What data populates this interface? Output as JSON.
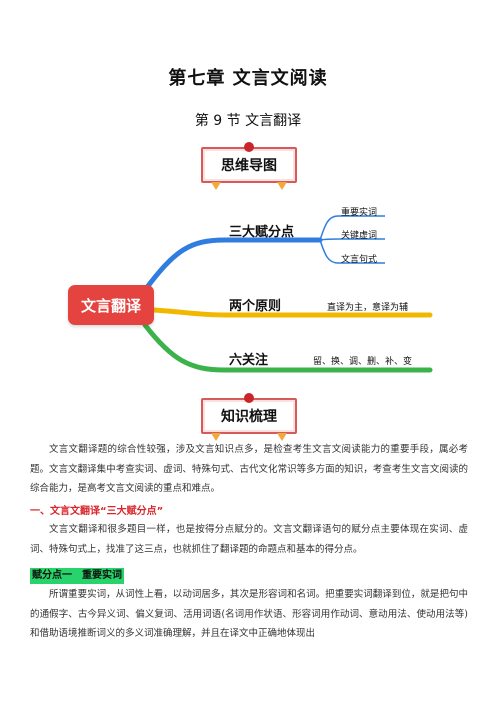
{
  "chapter_title": "第七章 文言文阅读",
  "section_title": "第 9 节 文言翻译",
  "mindmap_banner": "思维导图",
  "mindmap": {
    "center": "文言翻译",
    "branches": [
      {
        "label": "三大赋分点",
        "color": "#2f7de0",
        "leaves": [
          "重要实词",
          "关键虚词",
          "文言句式"
        ]
      },
      {
        "label": "两个原则",
        "color": "#f2b800",
        "leaves": [
          "直译为主，意译为辅"
        ]
      },
      {
        "label": "六关注",
        "color": "#3cb34a",
        "leaves": [
          "留、换、调、删、补、变"
        ]
      }
    ]
  },
  "knowledge_banner": "知识梳理",
  "intro": "文言文翻译题的综合性较强，涉及文言知识点多，是检查考生文言文阅读能力的重要手段，属必考题。文言文翻译集中考查实词、虚词、特殊句式、古代文化常识等多方面的知识，考查考生文言文阅读的综合能力，是高考文言文阅读的重点和难点。",
  "section1_heading": "一、文言文翻译“三大赋分点”",
  "section1_para": "文言文翻译和很多题目一样，也是按得分点赋分的。文言文翻译语句的赋分点主要体现在实词、虚词、特殊句式上，找准了这三点，也就抓住了翻译题的命题点和基本的得分点。",
  "point1_label": "赋分点一　重要实词",
  "point1_para": "所谓重要实词，从词性上看，以动词居多，其次是形容词和名词。把重要实词翻译到位，就是把句中的通假字、古今异义词、偏义复词、活用词语(名词用作状语、形容词用作动词、意动用法、使动用法等)和借助语境推断词义的多义词准确理解，并且在译文中正确地体现出"
}
